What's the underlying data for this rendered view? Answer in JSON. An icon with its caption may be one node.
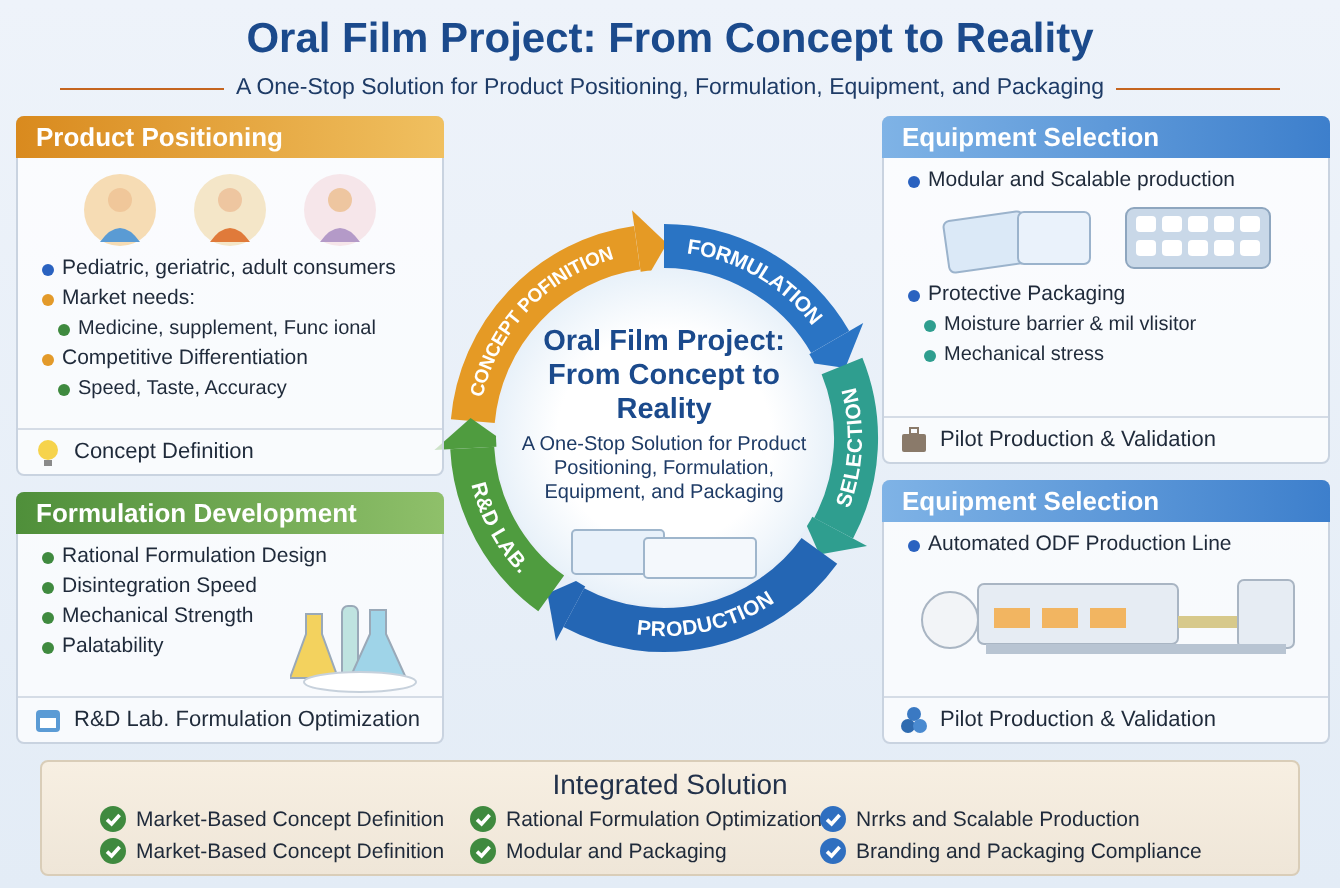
{
  "diagram": {
    "title": "Oral Film Project: From Concept to Reality",
    "nodes": [
      {
        "text": [
          "Product Positioning",
          "Pediatric, geriatric, adult consumers",
          "Market needs:",
          "Medicine, supplement, Func ional",
          "Competitive Differentiation",
          "Speed, Taste, Accuracy",
          "Concept Definition"
        ]
      },
      {
        "text": [
          "Formulation Development",
          "Rational Formulation Design",
          "Disintegration Speed",
          "Mechanical Strength",
          "Palatability",
          "R&D Lab. Formulation Optimization"
        ]
      },
      {
        "text": [
          "Equipment Selection",
          "Modular and Scalable production",
          "Protective Packaging",
          "Moisture barrier & mil vlisitor",
          "Mechanical stress",
          "Pilot Production & Validation"
        ]
      },
      {
        "text": [
          "Equipment Selection",
          "Automated ODF Production Line",
          "Pilot Production & Validation"
        ]
      },
      {
        "text": [
          "Oral Film Project: From Concept to Reality",
          "A One-Stop Solution for Product Positioning, Formulation, Equipment, and Packaging"
        ]
      },
      {
        "text": [
          "Integrated Solution",
          "Market-Based Concept Definition",
          "Rational Formulation Optimization",
          "Nrrks and Scalable Production",
          "Market-Based Concept Definition",
          "Modular and Packaging",
          "Branding and Packaging Compliance"
        ]
      }
    ],
    "labels": [
      "A One-Stop Solution for Product Positioning, Formulation, Equipment, and Packaging",
      "CONCEPT POFINITION",
      "FORMULATION",
      "SELECTION",
      "PRODUCTION",
      "R&D LAB."
    ]
  }
}
